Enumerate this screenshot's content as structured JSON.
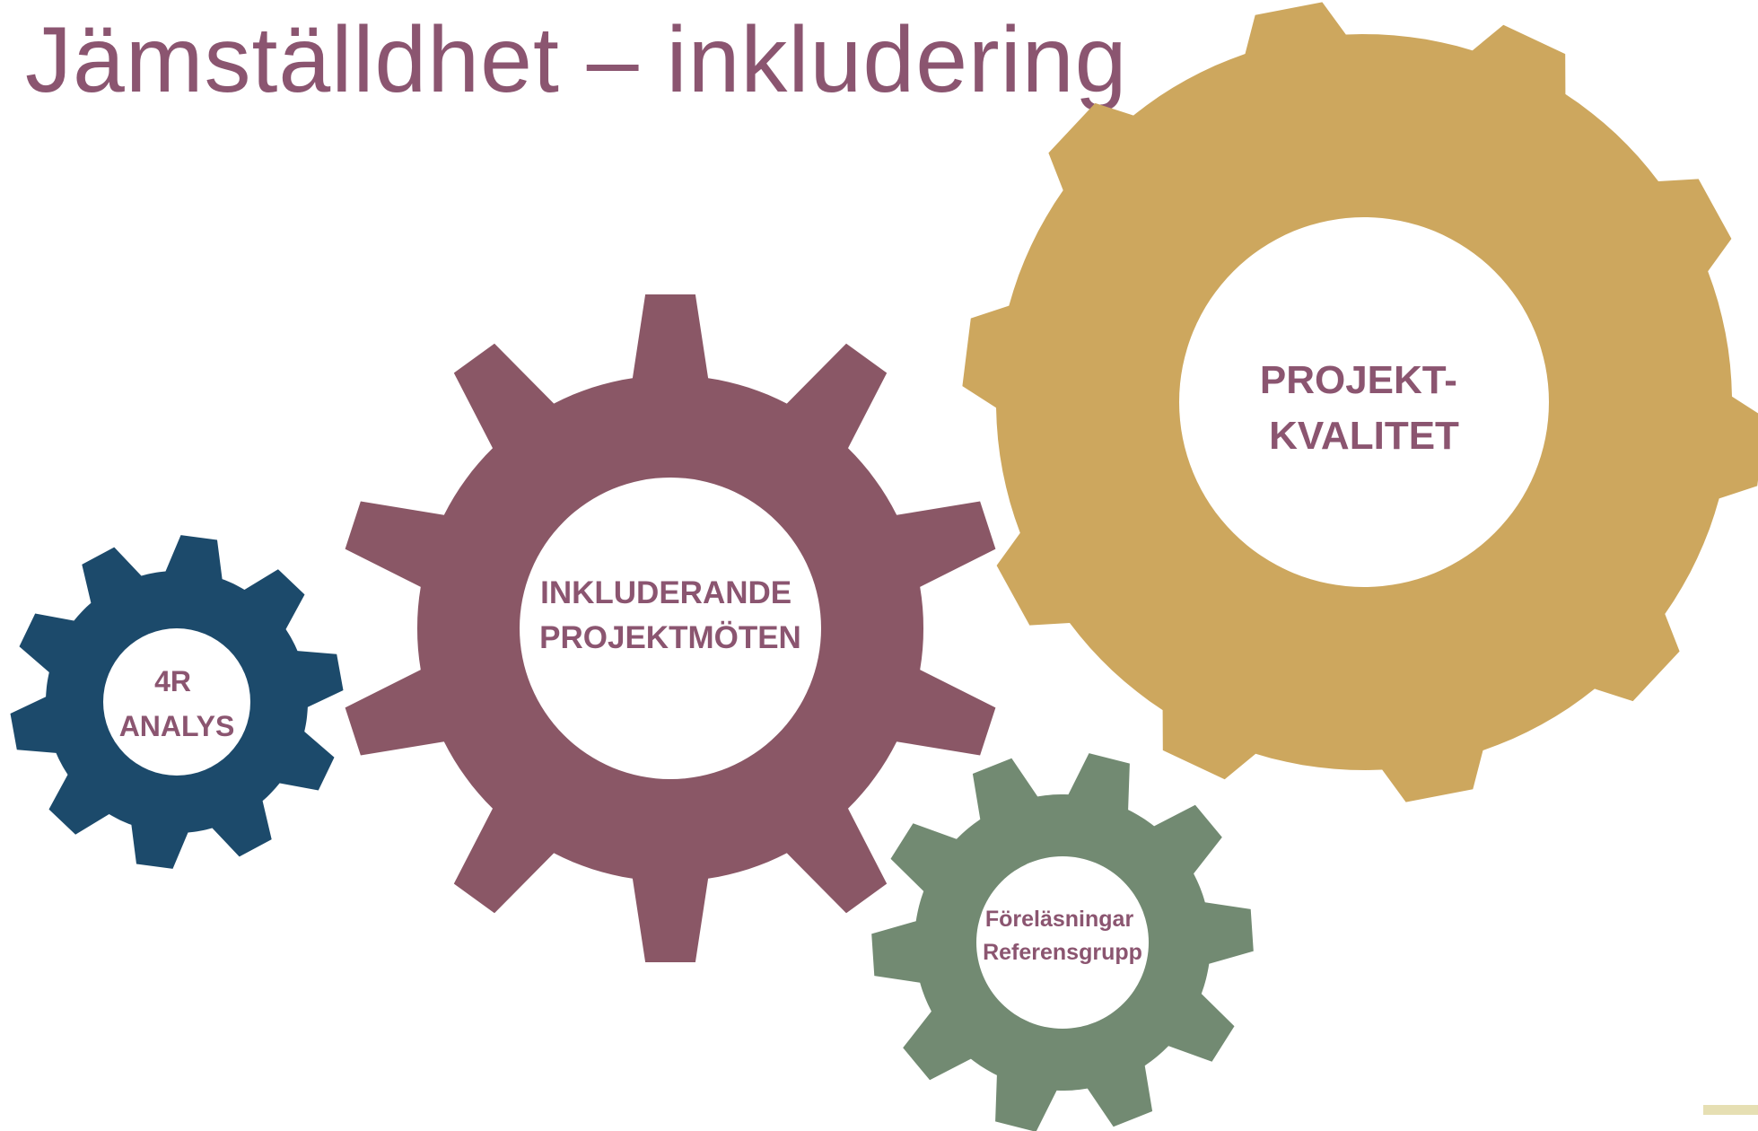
{
  "title": "Jämställdhet – inkludering",
  "colors": {
    "title": "#8b5570",
    "label": "#8b5570",
    "gear_4r": "#1c4a6b",
    "gear_inkluderande": "#8a5766",
    "gear_projektkvalitet": "#cda75e",
    "gear_forelasningar": "#728a72",
    "accent_bar": "#e6dfb3",
    "hole": "#ffffff"
  },
  "gears": [
    {
      "id": "4r-analys",
      "color_key": "gear_4r",
      "lines": [
        "4R",
        "ANALYS"
      ]
    },
    {
      "id": "inkluderande-projektmoten",
      "color_key": "gear_inkluderande",
      "lines": [
        "INKLUDERANDE",
        "PROJEKTMÖTEN"
      ]
    },
    {
      "id": "projektkvalitet",
      "color_key": "gear_projektkvalitet",
      "lines": [
        "PROJEKT-",
        "KVALITET"
      ]
    },
    {
      "id": "forelasningar-referensgrupp",
      "color_key": "gear_forelasningar",
      "lines": [
        "Föreläsningar",
        "Referensgrupp"
      ]
    }
  ]
}
